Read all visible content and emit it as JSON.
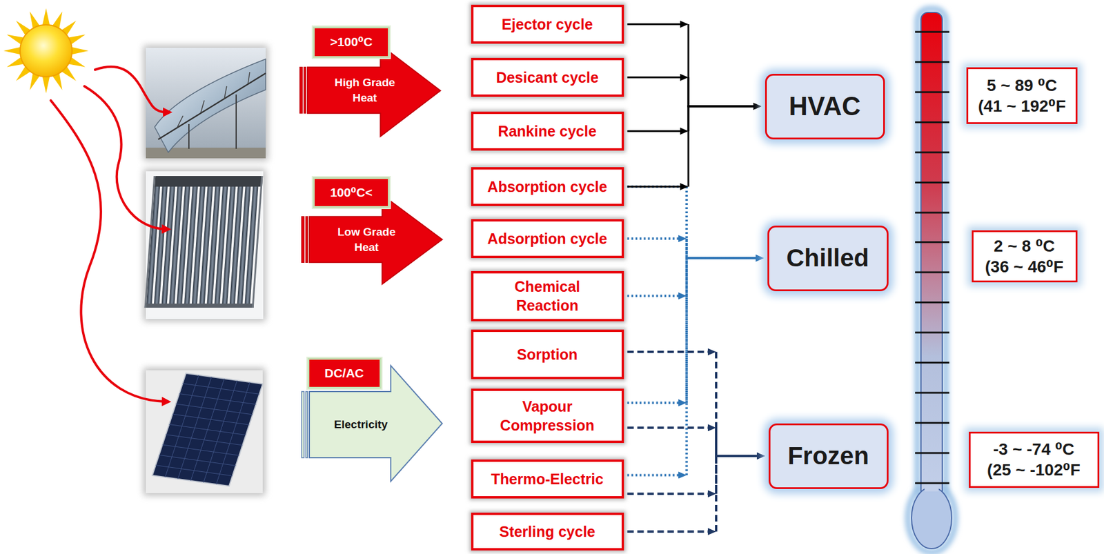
{
  "diagram": {
    "nodes": [
      {
        "text": [
          ">100⁰C"
        ]
      },
      {
        "text": [
          "High Grade Heat"
        ]
      },
      {
        "text": [
          "100⁰C<"
        ]
      },
      {
        "text": [
          "Low Grade Heat"
        ]
      },
      {
        "text": [
          "DC/AC"
        ]
      },
      {
        "text": [
          "Electricity"
        ]
      },
      {
        "text": [
          "Ejector cycle"
        ]
      },
      {
        "text": [
          "Desicant cycle"
        ]
      },
      {
        "text": [
          "Rankine cycle"
        ]
      },
      {
        "text": [
          "Absorption cycle"
        ]
      },
      {
        "text": [
          "Adsorption cycle"
        ]
      },
      {
        "text": [
          "Chemical Reaction"
        ]
      },
      {
        "text": [
          "Sorption"
        ]
      },
      {
        "text": [
          "Vapour Compression"
        ]
      },
      {
        "text": [
          "Thermo-Electric"
        ]
      },
      {
        "text": [
          "Sterling cycle"
        ]
      },
      {
        "text": [
          "HVAC"
        ]
      },
      {
        "text": [
          "Chilled"
        ]
      },
      {
        "text": [
          "Frozen"
        ]
      },
      {
        "text": [
          "5 ~ 89 ⁰C",
          "(41 ~ 192⁰F"
        ]
      },
      {
        "text": [
          "2 ~ 8 ⁰C",
          "(36 ~ 46⁰F"
        ]
      },
      {
        "text": [
          "-3 ~ -74 ⁰C",
          "(25 ~ -102⁰F"
        ]
      }
    ],
    "edges": [
      {
        "from": 6,
        "to": 16,
        "arrow": "to"
      },
      {
        "from": 7,
        "to": 16,
        "arrow": "to"
      },
      {
        "from": 8,
        "to": 16,
        "arrow": "to"
      },
      {
        "from": 9,
        "to": 16,
        "arrow": "to"
      },
      {
        "from": 9,
        "to": 17,
        "arrow": "to"
      },
      {
        "from": 10,
        "to": 17,
        "arrow": "to"
      },
      {
        "from": 11,
        "to": 17,
        "arrow": "to"
      },
      {
        "from": 13,
        "to": 17,
        "arrow": "to"
      },
      {
        "from": 14,
        "to": 17,
        "arrow": "to"
      },
      {
        "from": 12,
        "to": 18,
        "arrow": "to"
      },
      {
        "from": 13,
        "to": 18,
        "arrow": "to"
      },
      {
        "from": 14,
        "to": 18,
        "arrow": "to"
      },
      {
        "from": 15,
        "to": 18,
        "arrow": "to"
      }
    ]
  }
}
